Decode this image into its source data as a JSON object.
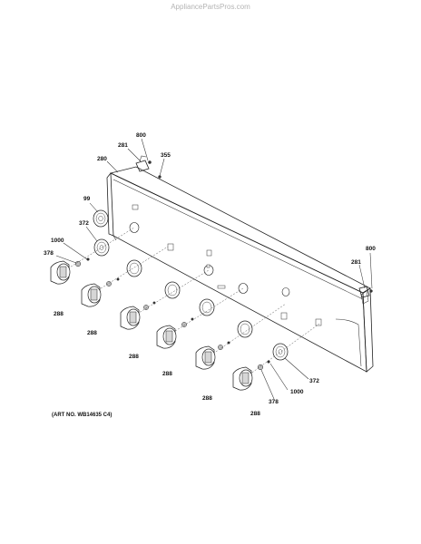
{
  "watermark": "AppliancePartsPros.com",
  "art_number": "(ART NO. WB14635 C4)",
  "callouts": {
    "c800_top": "800",
    "c281_top": "281",
    "c355": "355",
    "c280": "280",
    "c99": "99",
    "c372_left": "372",
    "c1000_left": "1000",
    "c378_left": "378",
    "c288_a": "288",
    "c288_b": "288",
    "c288_c": "288",
    "c288_d": "288",
    "c288_e": "288",
    "c288_f": "288",
    "c800_right": "800",
    "c281_right": "281",
    "c372_right": "372",
    "c1000_right": "1000",
    "c378_right": "378"
  }
}
